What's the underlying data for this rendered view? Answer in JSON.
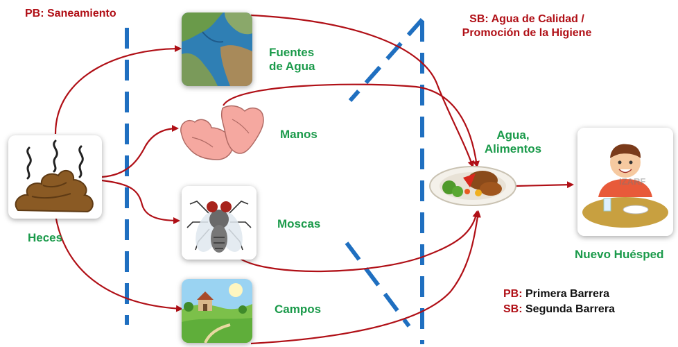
{
  "title_pb": "PB: Saneamiento",
  "title_sb_line1": "SB: Agua de Calidad /",
  "title_sb_line2": "Promoción de la Higiene",
  "nodes": {
    "heces": "Heces",
    "fuentes_line1": "Fuentes",
    "fuentes_line2": "de Agua",
    "manos": "Manos",
    "moscas": "Moscas",
    "campos": "Campos",
    "agua_line1": "Agua,",
    "agua_line2": "Alimentos",
    "huesped": "Nuevo Huésped"
  },
  "legend": {
    "pb_abbr": "PB:",
    "pb_text": " Primera Barrera",
    "sb_abbr": "SB:",
    "sb_text": " Segunda Barrera"
  },
  "watermark": "IZARF",
  "colors": {
    "arrow": "#b00f16",
    "barrier": "#1f6fc0",
    "green_label": "#1a9a4a",
    "red_label": "#b00f16"
  }
}
